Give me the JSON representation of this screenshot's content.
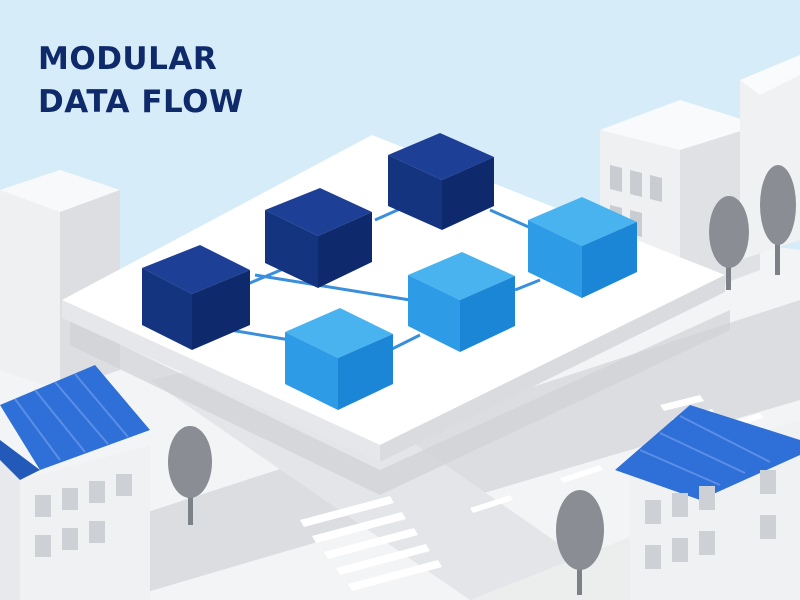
{
  "title": {
    "line1": "MODULAR",
    "line2": "DATA FLOW"
  },
  "colors": {
    "sky": "#d6ecf8",
    "title": "#0f2a6b",
    "block_dark_top": "#1d3f95",
    "block_dark_left": "#153480",
    "block_dark_right": "#0e2a6c",
    "block_light_top": "#49b3f0",
    "block_light_left": "#2d9be6",
    "block_light_right": "#1b86d6",
    "connector": "#3a8fdc",
    "roof": "#2f6fd8",
    "building": "#f0f1f3",
    "road": "#dedfe2",
    "tree": "#8a8e94"
  },
  "scene": {
    "description_icons": [
      "isometric-platform",
      "data-blocks",
      "connectors",
      "buildings",
      "trees",
      "roads",
      "crosswalks"
    ],
    "blocks": [
      {
        "name": "dark-block-1",
        "tone": "dark"
      },
      {
        "name": "dark-block-2",
        "tone": "dark"
      },
      {
        "name": "dark-block-3",
        "tone": "dark"
      },
      {
        "name": "light-block-1",
        "tone": "light"
      },
      {
        "name": "light-block-2",
        "tone": "light"
      },
      {
        "name": "light-block-3",
        "tone": "light"
      }
    ]
  }
}
